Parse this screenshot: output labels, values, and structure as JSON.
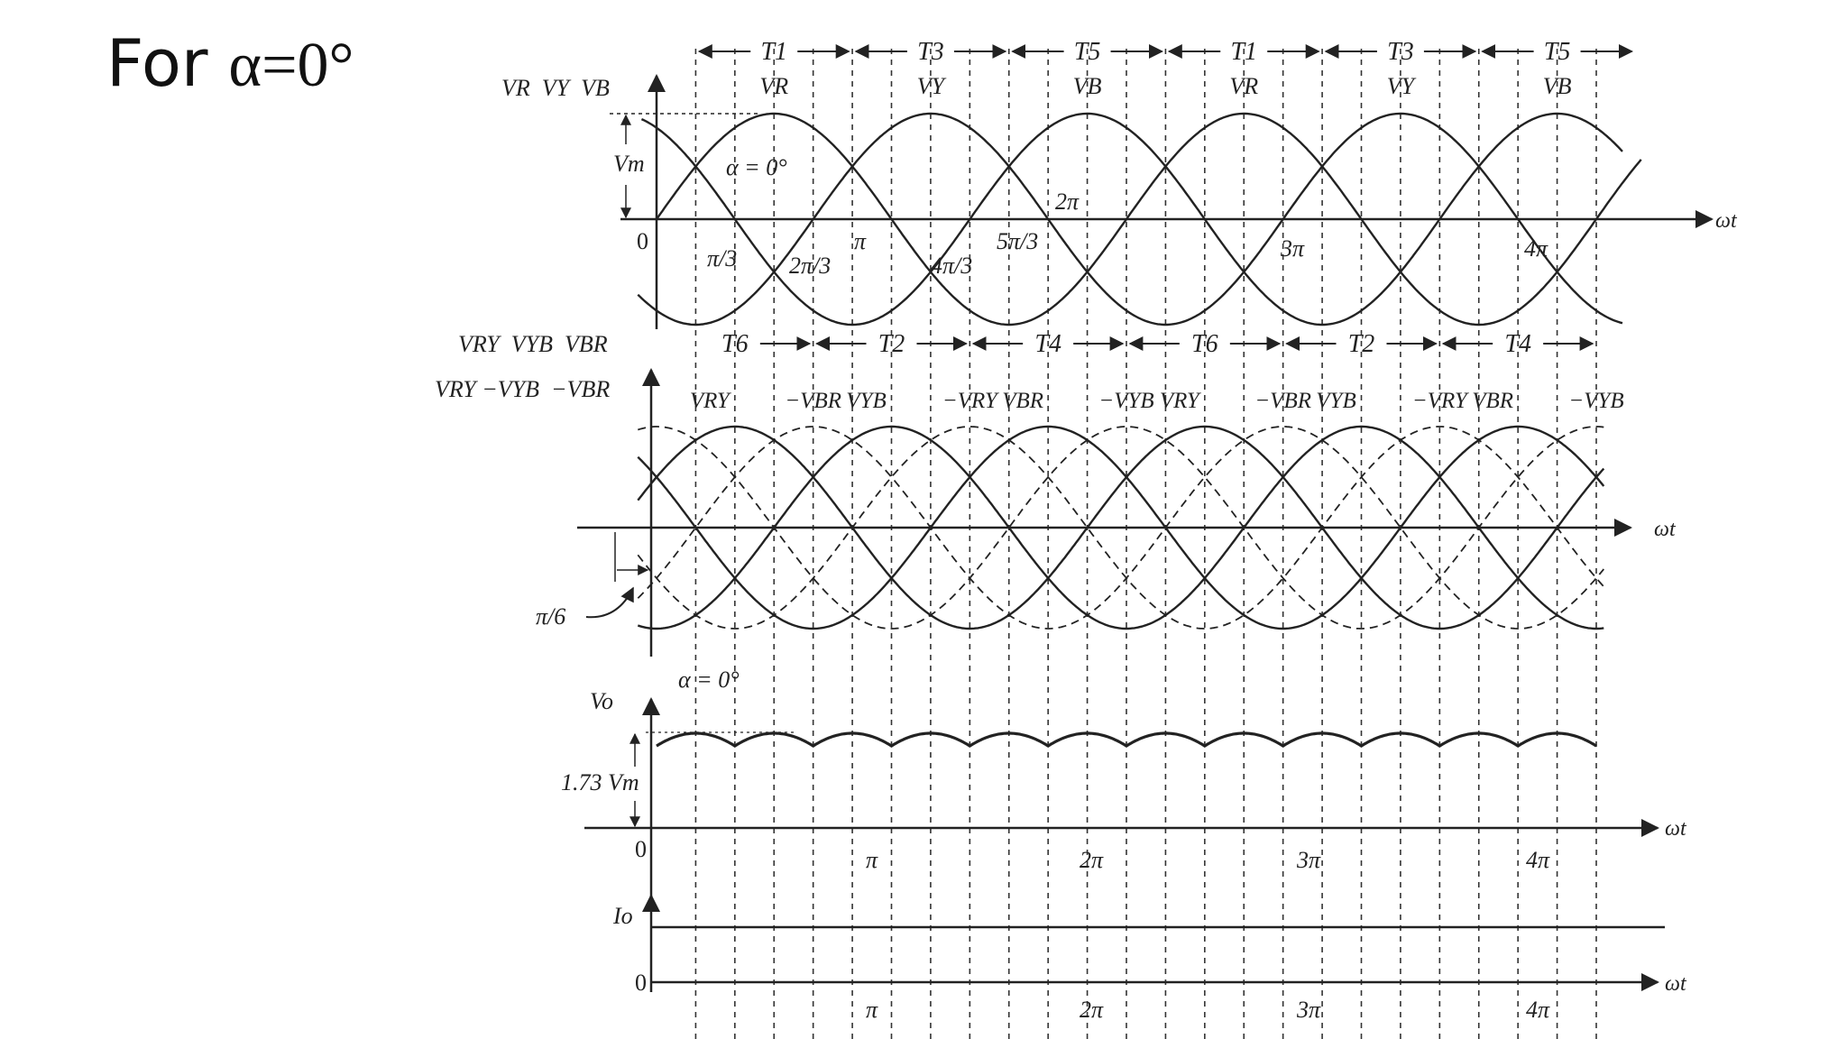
{
  "title": {
    "prefix": "For ",
    "alpha": "α=0°"
  },
  "labels": {
    "zero": "0",
    "omega_t": "ωt",
    "pi": "π",
    "two_pi": "2π",
    "three_pi": "3π",
    "four_pi": "4π",
    "pi_3": "π/3",
    "two_pi_3": "2π/3",
    "four_pi_3": "4π/3",
    "five_pi_3": "5π/3",
    "pi_6": "π/6",
    "alpha_eq": "α = 0°",
    "vm": "Vm",
    "vm_173": "1.73 Vm",
    "vo": "Vo",
    "io": "Io",
    "phase_axis": "VR  VY  VB",
    "line_axis_1": "VRY  VYB  VBR",
    "line_axis_2": "VRY −VYB  −VBR"
  },
  "top_thyristors": [
    "T1",
    "T3",
    "T5",
    "T1",
    "T3",
    "T5"
  ],
  "top_phases": [
    "VR",
    "VY",
    "VB",
    "VR",
    "VY",
    "VB"
  ],
  "bottom_thyristors": [
    "T6",
    "T2",
    "T4",
    "T6",
    "T2",
    "T4"
  ],
  "line_voltages": [
    "VRY",
    "−VBR",
    "VYB",
    "−VRY",
    "VBR",
    "−VYB",
    "VRY",
    "−VBR",
    "VYB",
    "−VRY",
    "VBR",
    "−VYB"
  ],
  "chart_data": {
    "type": "line",
    "alpha_deg": 0,
    "panels": [
      {
        "id": "phase",
        "x_range_rad": [
          0,
          12.566
        ],
        "series": [
          {
            "name": "VR",
            "phase_deg": 0,
            "amplitude": "Vm"
          },
          {
            "name": "VY",
            "phase_deg": -120,
            "amplitude": "Vm"
          },
          {
            "name": "VB",
            "phase_deg": -240,
            "amplitude": "Vm"
          }
        ]
      },
      {
        "id": "line",
        "x_range_rad": [
          0,
          12.566
        ],
        "series": [
          {
            "name": "VRY",
            "phase_deg": 30
          },
          {
            "name": "VYB",
            "phase_deg": -90
          },
          {
            "name": "VBR",
            "phase_deg": -210
          },
          {
            "name": "−VRY",
            "phase_deg": 210
          },
          {
            "name": "−VYB",
            "phase_deg": 90
          },
          {
            "name": "−VBR",
            "phase_deg": -30
          }
        ]
      },
      {
        "id": "output",
        "series": [
          {
            "name": "Vo",
            "peak": "1.73 Vm",
            "ripple_pulses_per_cycle": 6
          }
        ]
      },
      {
        "id": "current",
        "series": [
          {
            "name": "Io",
            "shape": "constant"
          }
        ]
      }
    ]
  }
}
